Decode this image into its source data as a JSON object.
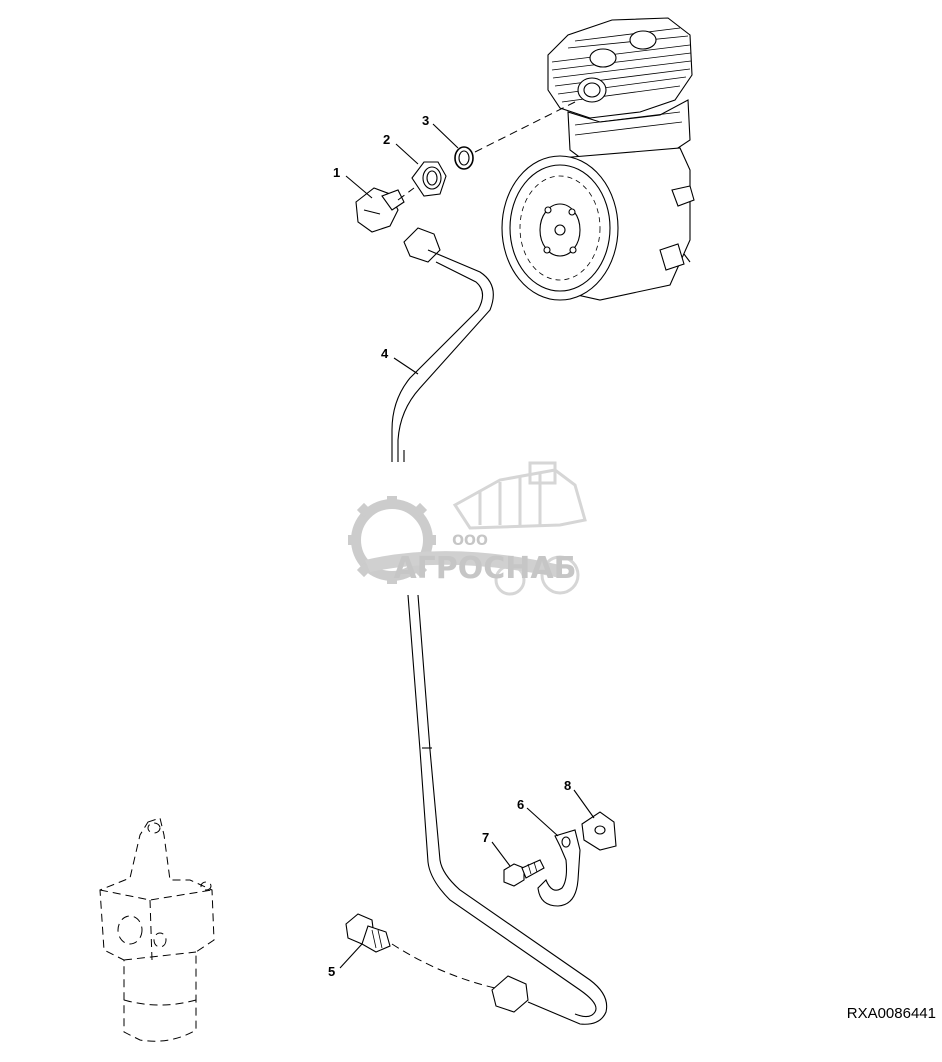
{
  "callouts": [
    {
      "id": "1",
      "label": "1"
    },
    {
      "id": "2",
      "label": "2"
    },
    {
      "id": "3",
      "label": "3"
    },
    {
      "id": "4",
      "label": "4"
    },
    {
      "id": "5",
      "label": "5"
    },
    {
      "id": "6",
      "label": "6"
    },
    {
      "id": "7",
      "label": "7"
    },
    {
      "id": "8",
      "label": "8"
    }
  ],
  "watermark": {
    "small": "ООО",
    "name": "АГРОСНАБ"
  },
  "document_id": "RXA0086441"
}
